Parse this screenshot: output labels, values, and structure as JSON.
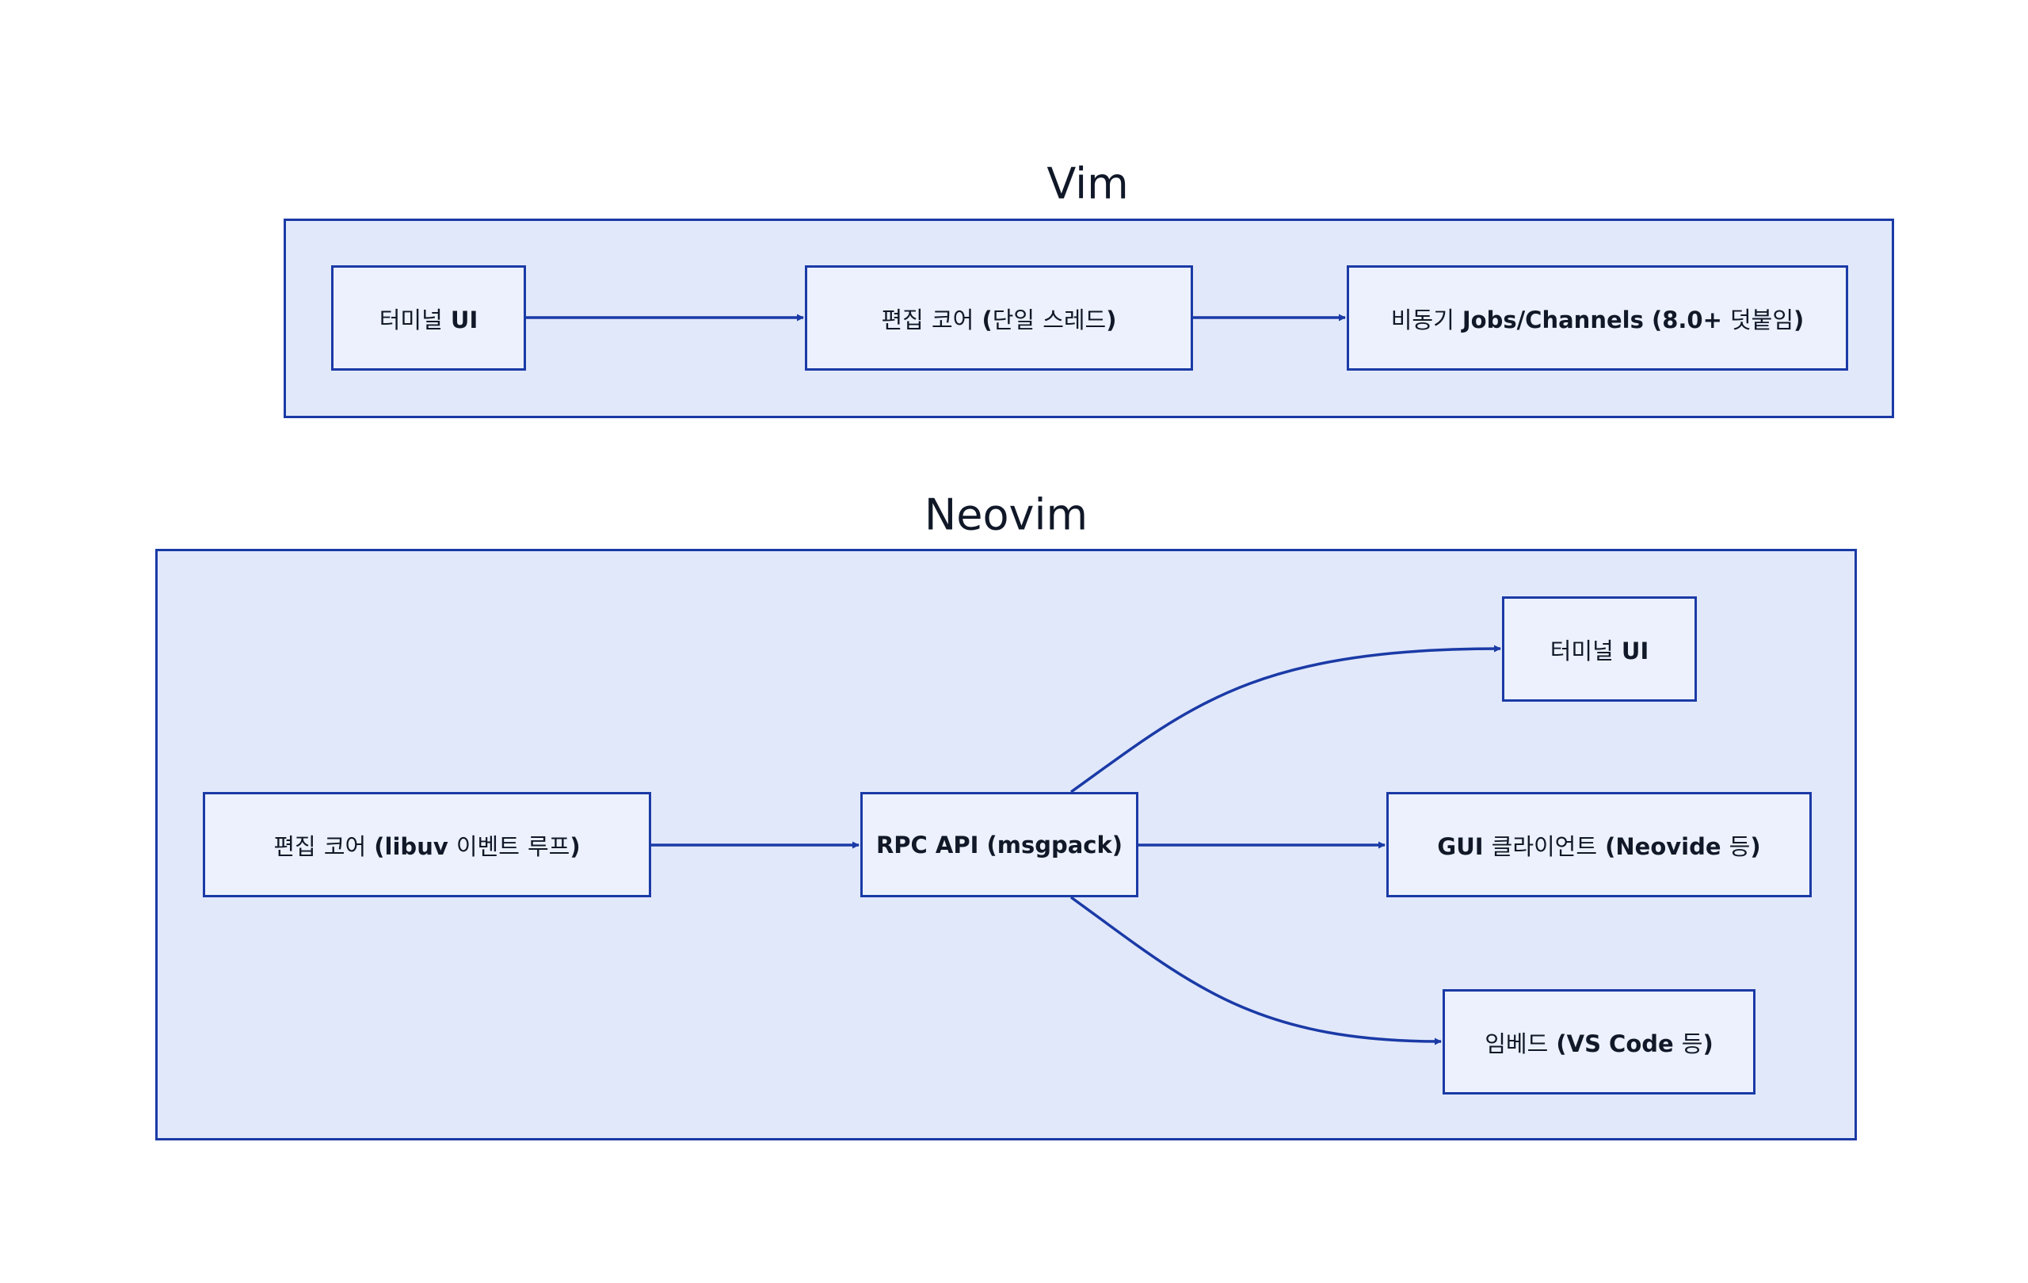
{
  "groups": {
    "vim": {
      "title": "Vim",
      "nodes": {
        "terminal_ui": "터미널 UI",
        "editing_core": "편집 코어 (단일 스레드)",
        "async_jobs": "비동기 Jobs/Channels (8.0+ 덧붙임)"
      }
    },
    "neovim": {
      "title": "Neovim",
      "nodes": {
        "editing_core": "편집 코어 (libuv 이벤트 루프)",
        "rpc_api": "RPC API (msgpack)",
        "terminal_ui": "터미널 UI",
        "gui_client": "GUI 클라이언트 (Neovide 등)",
        "embed": "임베드 (VS Code 등)"
      }
    }
  },
  "edges": [
    {
      "from": "vim.terminal_ui",
      "to": "vim.editing_core"
    },
    {
      "from": "vim.editing_core",
      "to": "vim.async_jobs"
    },
    {
      "from": "neovim.editing_core",
      "to": "neovim.rpc_api"
    },
    {
      "from": "neovim.rpc_api",
      "to": "neovim.terminal_ui"
    },
    {
      "from": "neovim.rpc_api",
      "to": "neovim.gui_client"
    },
    {
      "from": "neovim.rpc_api",
      "to": "neovim.embed"
    }
  ],
  "colors": {
    "frame_fill": "#e1e8fa",
    "node_fill": "#ecf1fd",
    "stroke": "#1a3aa6",
    "text": "#111827"
  }
}
